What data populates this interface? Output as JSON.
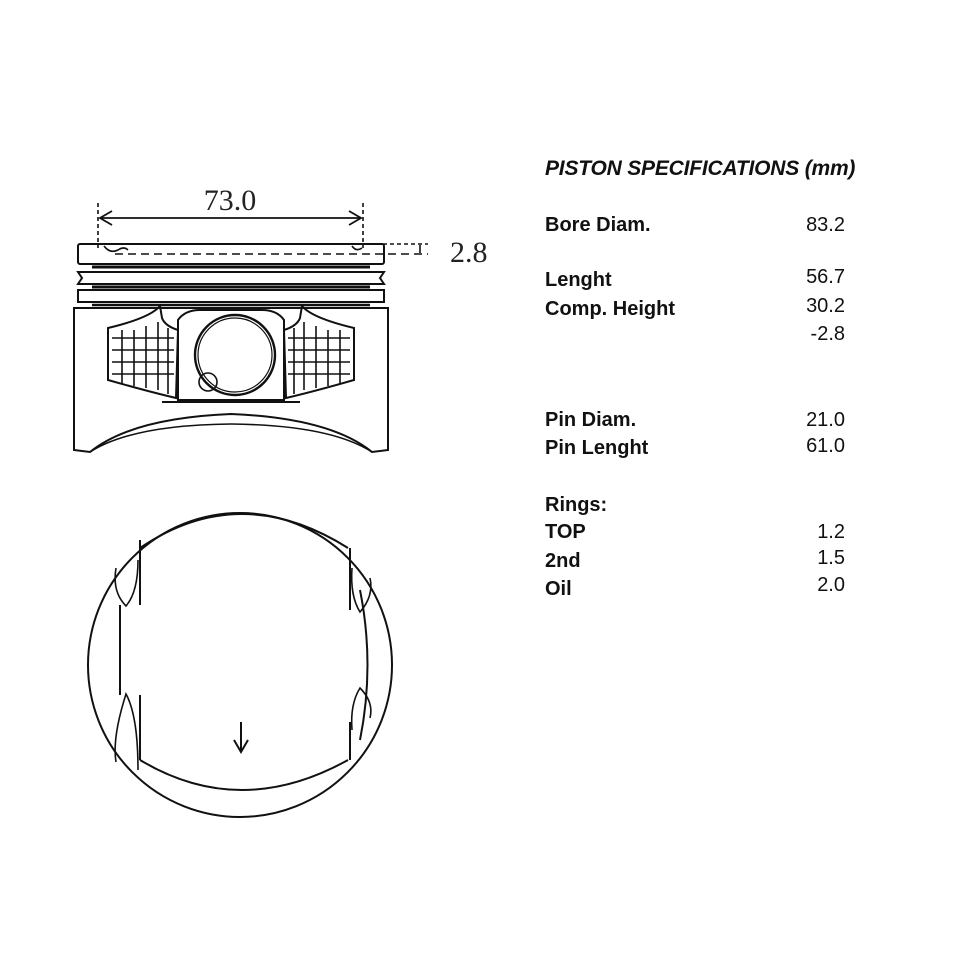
{
  "title": "PISTON SPECIFICATIONS (mm)",
  "specs": {
    "bore_diam": {
      "label": "Bore Diam.",
      "value": "83.2"
    },
    "length": {
      "label": "Lenght",
      "value": "56.7"
    },
    "comp_height": {
      "label": "Comp. Height",
      "value": "30.2"
    },
    "dome_offset": {
      "label": "",
      "value": "-2.8"
    },
    "pin_diam": {
      "label": "Pin Diam.",
      "value": "21.0"
    },
    "pin_length": {
      "label": "Pin Lenght",
      "value": "61.0"
    },
    "rings_header": {
      "label": "Rings:",
      "value": ""
    },
    "ring_top": {
      "label": "TOP",
      "value": "1.2"
    },
    "ring_2nd": {
      "label": "2nd",
      "value": "1.5"
    },
    "ring_oil": {
      "label": "Oil",
      "value": "2.0"
    }
  },
  "drawing": {
    "side_view": {
      "dimension_width": "73.0",
      "dimension_dome": "2.8"
    },
    "top_view": {
      "direction_arrow": "down-arrow-icon"
    }
  },
  "colors": {
    "line": "#111111",
    "background": "#ffffff"
  }
}
